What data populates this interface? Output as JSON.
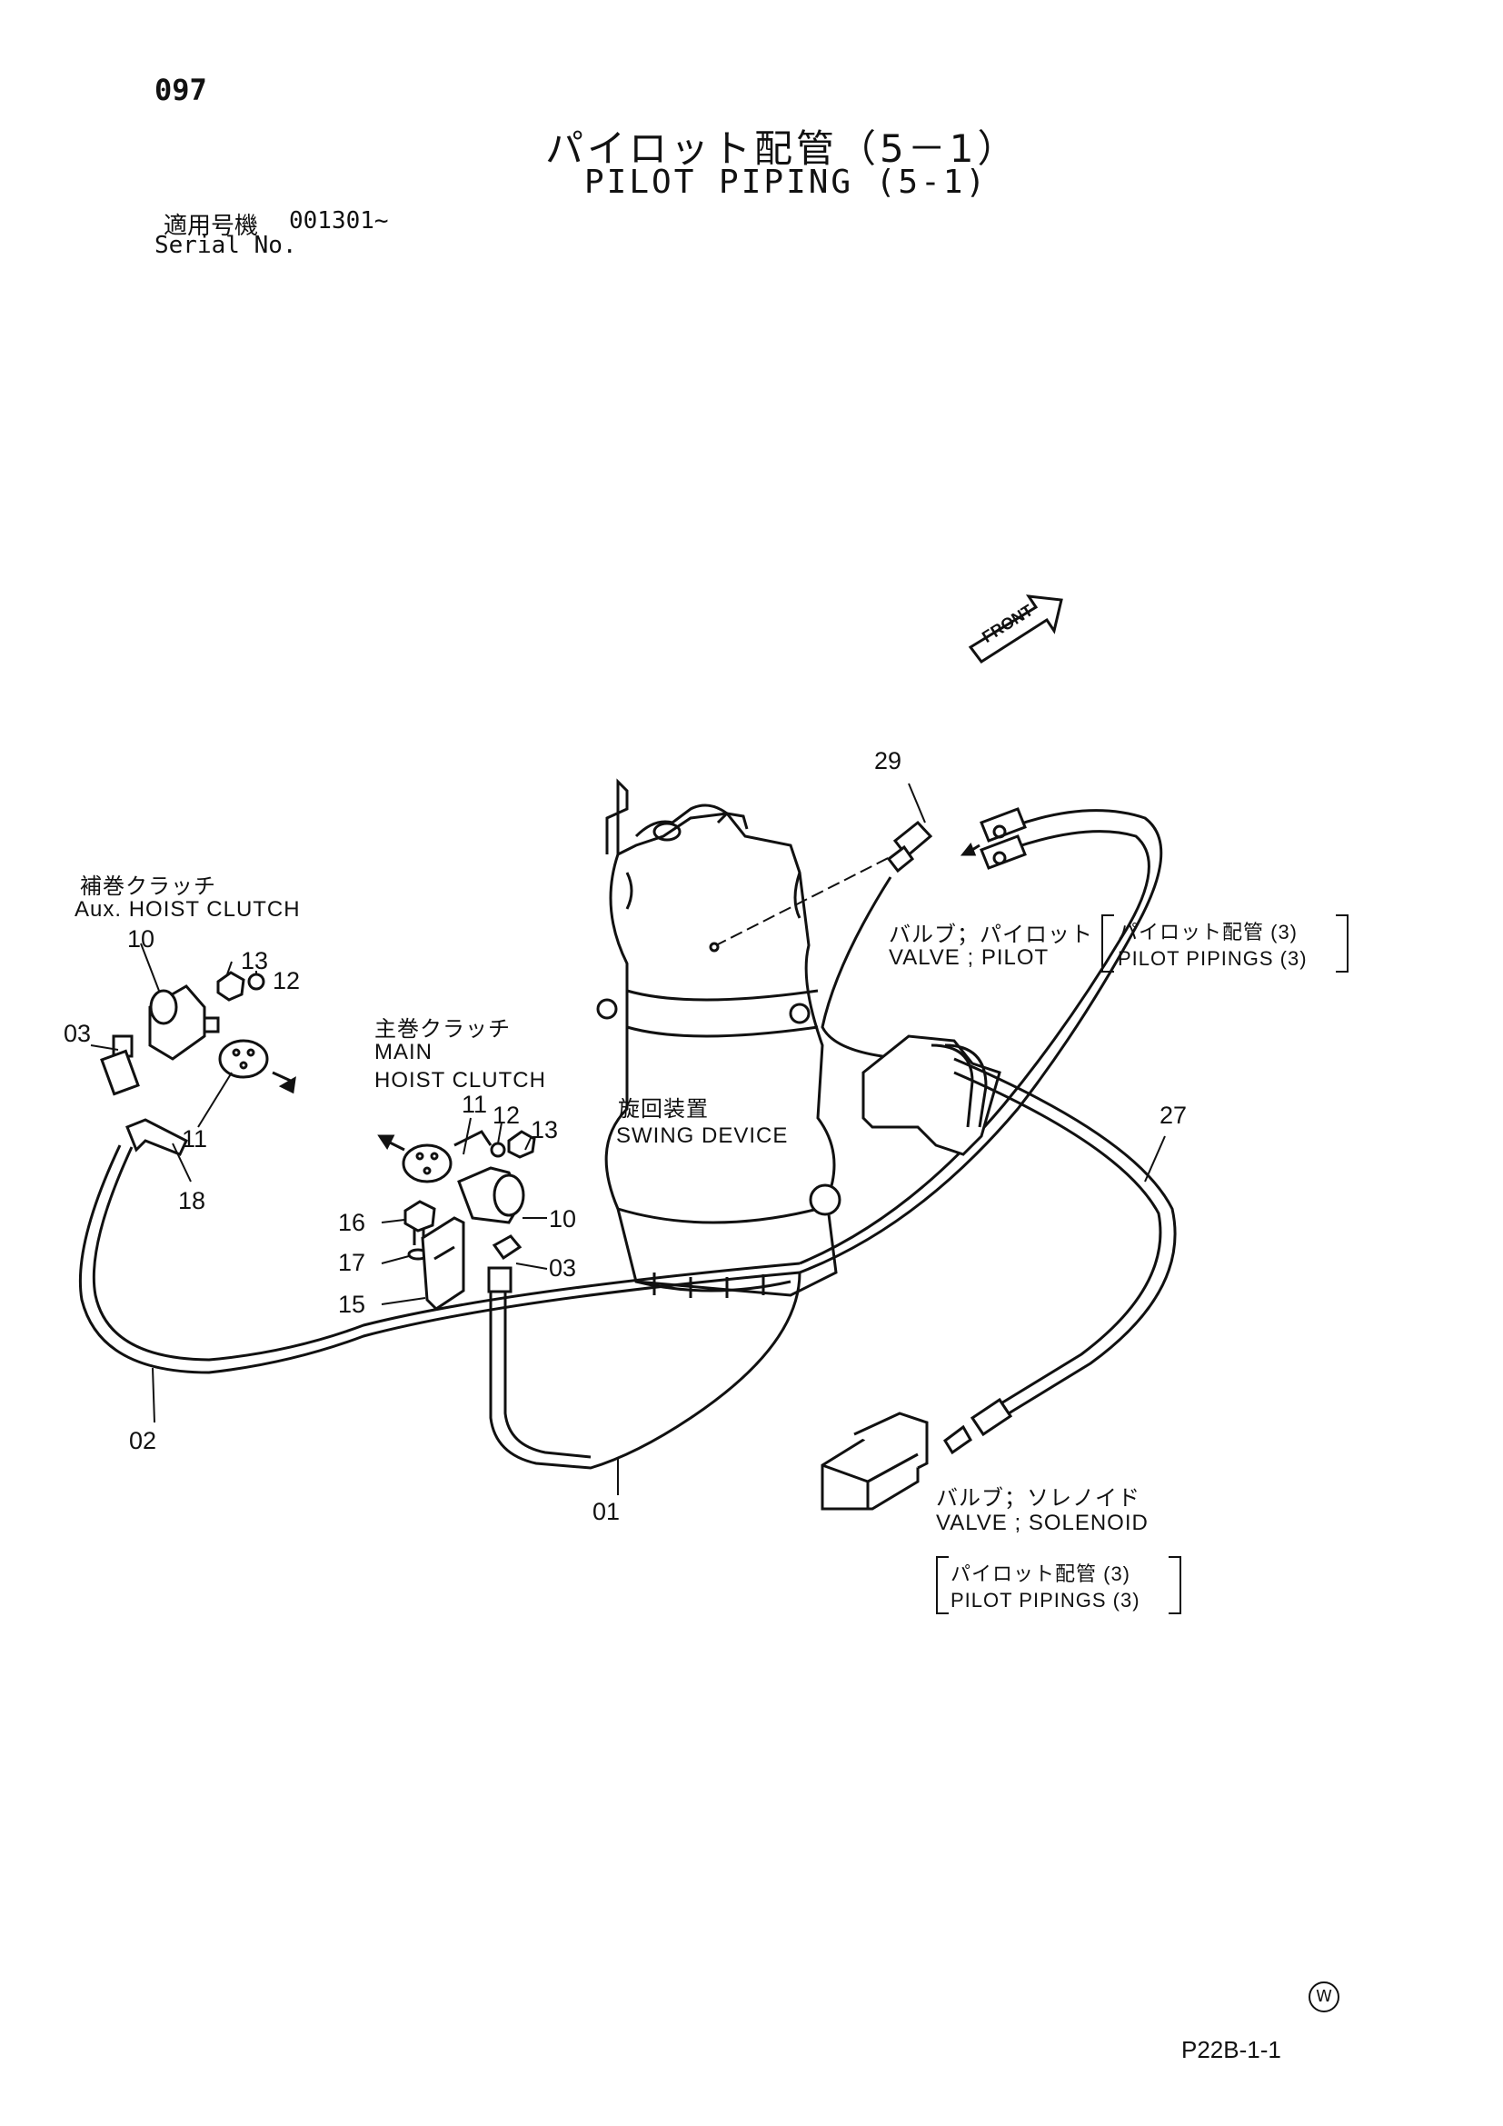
{
  "header": {
    "page_no": "097",
    "title_jp": "パイロット配管（5－1）",
    "title_en": "PILOT PIPING (5-1)",
    "serial_label_jp": "適用号機",
    "serial_value": "001301~",
    "serial_label_en": "Serial No."
  },
  "labels": {
    "front": "FRONT",
    "aux_clutch_jp": "補巻クラッチ",
    "aux_clutch_en": "Aux. HOIST CLUTCH",
    "main_clutch_jp": "主巻クラッチ",
    "main_clutch_en1": "MAIN",
    "main_clutch_en2": "HOIST CLUTCH",
    "swing_jp": "旋回装置",
    "swing_en": "SWING DEVICE",
    "valve_pilot_jp": "バルブ；パイロット",
    "valve_pilot_en": "VALVE ; PILOT",
    "pilot_pipings_jp_1": "パイロット配管 (3)",
    "pilot_pipings_en_1": "PILOT PIPINGS (3)",
    "valve_solenoid_jp": "バルブ；ソレノイド",
    "valve_solenoid_en": "VALVE ; SOLENOID",
    "pilot_pipings_jp_2": "パイロット配管 (3)",
    "pilot_pipings_en_2": "PILOT PIPINGS (3)"
  },
  "callouts": {
    "n29": "29",
    "n10a": "10",
    "n13a": "13",
    "n12a": "12",
    "n03a": "03",
    "n11a": "11",
    "n18": "18",
    "n11b": "11",
    "n12b": "12",
    "n13b": "13",
    "n16": "16",
    "n10b": "10",
    "n17": "17",
    "n03b": "03",
    "n15": "15",
    "n27": "27",
    "n02": "02",
    "n01": "01"
  },
  "footer": {
    "code": "P22B-1-1",
    "mark": "W"
  }
}
